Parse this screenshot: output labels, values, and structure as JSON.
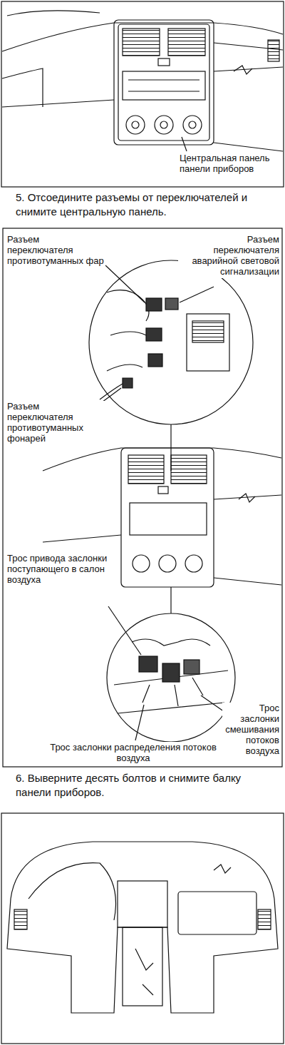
{
  "diagram": {
    "labels": [
      "Центральная панель панели приборов",
      "5. Отсоедините разъемы от переключателей и снимите центральную панель.",
      "Разъем переключателя противотуманных фар",
      "Разъем переключателя аварийной световой сигнализации",
      "Разъем переключателя противотуманных фонарей",
      "Трос привода заслонки поступающего в салон воздуха",
      "Трос заслонки смешивания потоков воздуха",
      "Трос заслонки распределения потоков воздуха",
      "6. Выверните десять болтов и снимите балку панели приборов."
    ]
  }
}
